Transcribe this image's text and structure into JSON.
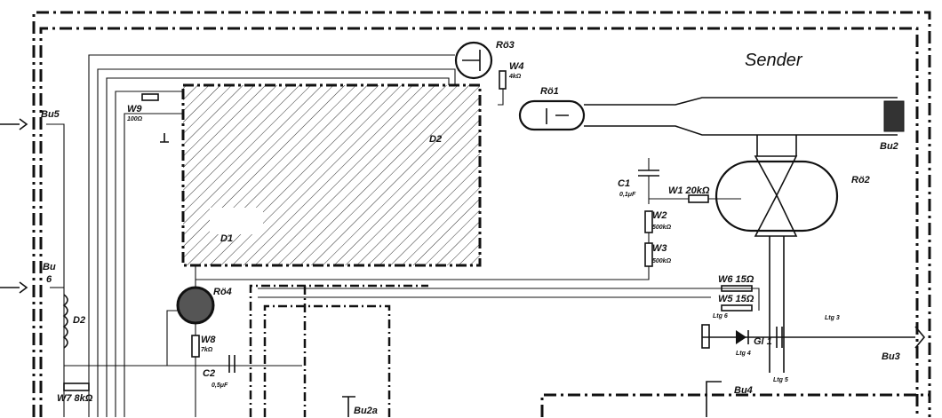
{
  "title": "Sender",
  "labels": {
    "ro3": "Rö3",
    "ro1": "Rö1",
    "ro2": "Rö2",
    "ro4": "Rö4",
    "bu5": "Bu5",
    "bu6a": "Bu",
    "bu6b": "6",
    "bu2": "Bu2",
    "bu3": "Bu3",
    "bu4": "Bu4",
    "bu2a": "Bu2a",
    "w9": "W9",
    "w9v": "100Ω",
    "w4": "W4",
    "w4v": "4kΩ",
    "w1": "W1 20kΩ",
    "w2": "W2",
    "w2v": "500kΩ",
    "w3": "W3",
    "w3v": "500kΩ",
    "w6": "W6 15Ω",
    "w5": "W5 15Ω",
    "w8": "W8",
    "w8v": "7kΩ",
    "w7": "W7 8kΩ",
    "c1": "C1",
    "c1v": "0,1μF",
    "c2": "C2",
    "c2v": "0,5μF",
    "d1": "D1",
    "d2a": "D2",
    "d2b": "D2",
    "gl1": "Gl 1",
    "ltg4": "Ltg 4",
    "ltg5": "Ltg 5",
    "ltg6": "Ltg 6",
    "ltg3": "Ltg 3"
  }
}
